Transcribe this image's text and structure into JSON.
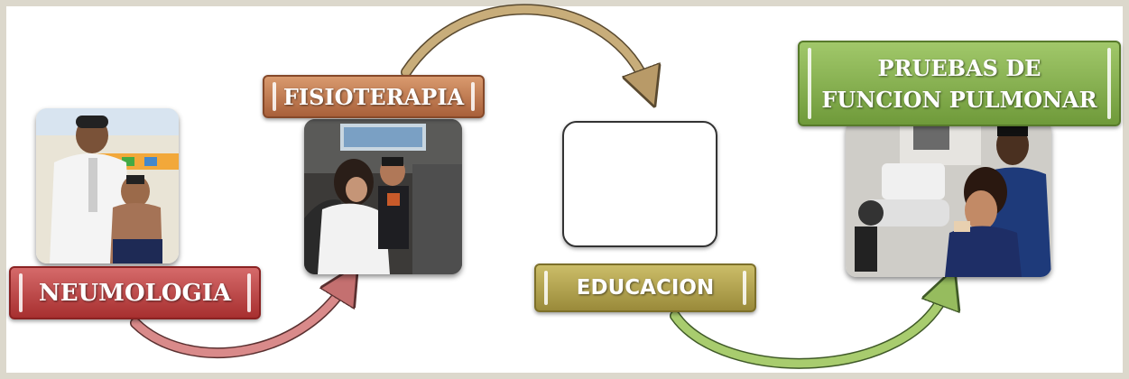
{
  "diagram": {
    "steps": [
      {
        "id": "neumologia",
        "label": "NEUMOLOGIA",
        "color": "#b23a3a"
      },
      {
        "id": "fisioterapia",
        "label": "FISIOTERAPIA",
        "color": "#b06a42"
      },
      {
        "id": "educacion",
        "label": "EDUCACION",
        "color": "#a39442"
      },
      {
        "id": "pruebas",
        "label_line1": "PRUEBAS DE",
        "label_line2": "FUNCION PULMONAR",
        "color": "#7aa445"
      }
    ],
    "arrow_colors": {
      "neumologia_to_fisioterapia": "#d98a8a",
      "fisioterapia_to_educacion": "#c8ad7a",
      "educacion_to_pruebas": "#a8cc6e"
    }
  }
}
